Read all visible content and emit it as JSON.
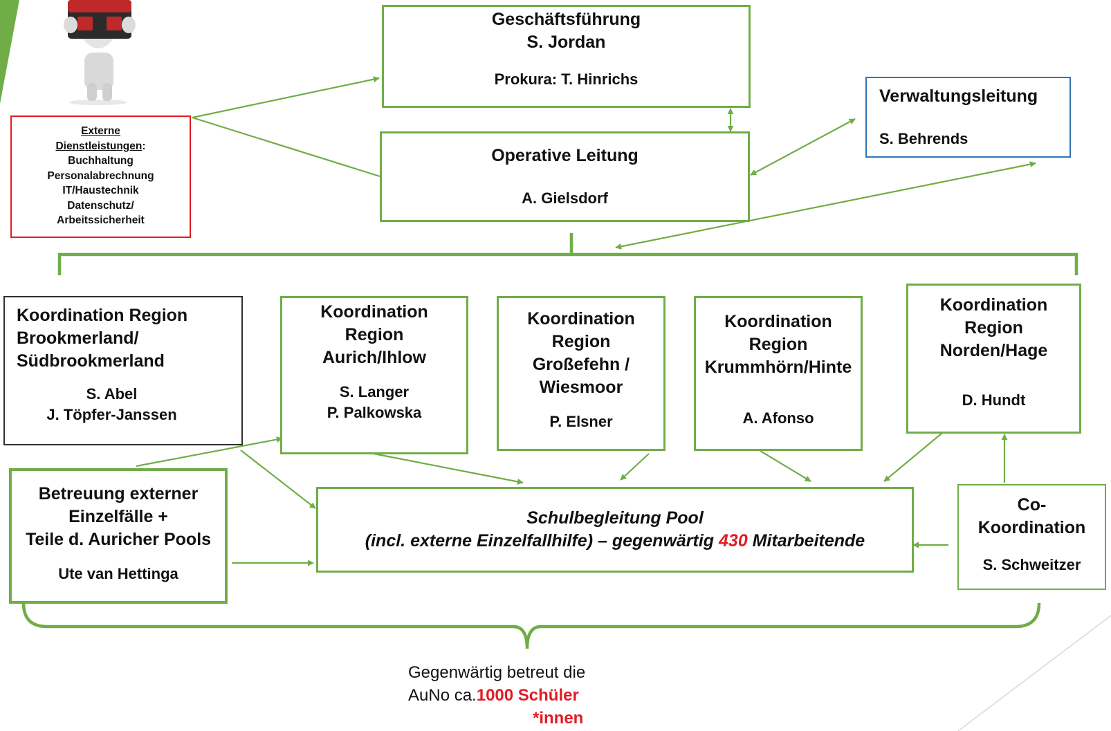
{
  "gf": {
    "title": "Geschäftsführung",
    "name": "S. Jordan",
    "prokura": "Prokura: T. Hinrichs"
  },
  "vl": {
    "title": "Verwaltungsleitung",
    "name": "S. Behrends"
  },
  "ol": {
    "title": "Operative Leitung",
    "name": "A. Gielsdorf"
  },
  "ext": {
    "heading_1": "Externe",
    "heading_2": "Dienstleistungen",
    "colon": ":",
    "items": [
      "Buchhaltung",
      "Personalabrechnung",
      "IT/Haustechnik",
      "Datenschutz/",
      "Arbeitssicherheit"
    ]
  },
  "k1": {
    "lines": [
      "Koordination Region",
      "Brookmerland/",
      "Südbrookmerland"
    ],
    "names": [
      "S. Abel",
      "J. Töpfer-Janssen"
    ]
  },
  "k2": {
    "lines": [
      "Koordination",
      "Region",
      "Aurich/Ihlow"
    ],
    "names": [
      "S. Langer",
      "P. Palkowska"
    ]
  },
  "k3": {
    "lines": [
      "Koordination",
      "Region",
      "Großefehn /",
      "Wiesmoor"
    ],
    "names": [
      "P. Elsner"
    ]
  },
  "k4": {
    "lines": [
      "Koordination",
      "Region",
      "Krummhörn/Hinte"
    ],
    "names": [
      "A. Afonso"
    ]
  },
  "k5": {
    "lines": [
      "Koordination",
      "Region",
      "Norden/Hage"
    ],
    "names": [
      "D. Hundt"
    ]
  },
  "bet": {
    "lines": [
      "Betreuung externer",
      "Einzelfälle +",
      "Teile d. Auricher Pools"
    ],
    "name": "Ute van Hettinga"
  },
  "co": {
    "lines": [
      "Co-",
      "Koordination"
    ],
    "name": "S. Schweitzer"
  },
  "pool": {
    "line1": "Schulbegleitung Pool",
    "line2_pre": "(incl. externe Einzelfallhilfe) – gegenwärtig ",
    "count": "430",
    "line2_post": " Mitarbeitende"
  },
  "summary": {
    "line1": "Gegenwärtig betreut die",
    "line2_pre": "AuNo ca.",
    "highlight_1": "1000 Schüler",
    "highlight_2": "*innen"
  },
  "colors": {
    "green": "#70ad47",
    "blue": "#2e75b6",
    "red": "#e31b23",
    "dark": "#2f2f2f"
  }
}
